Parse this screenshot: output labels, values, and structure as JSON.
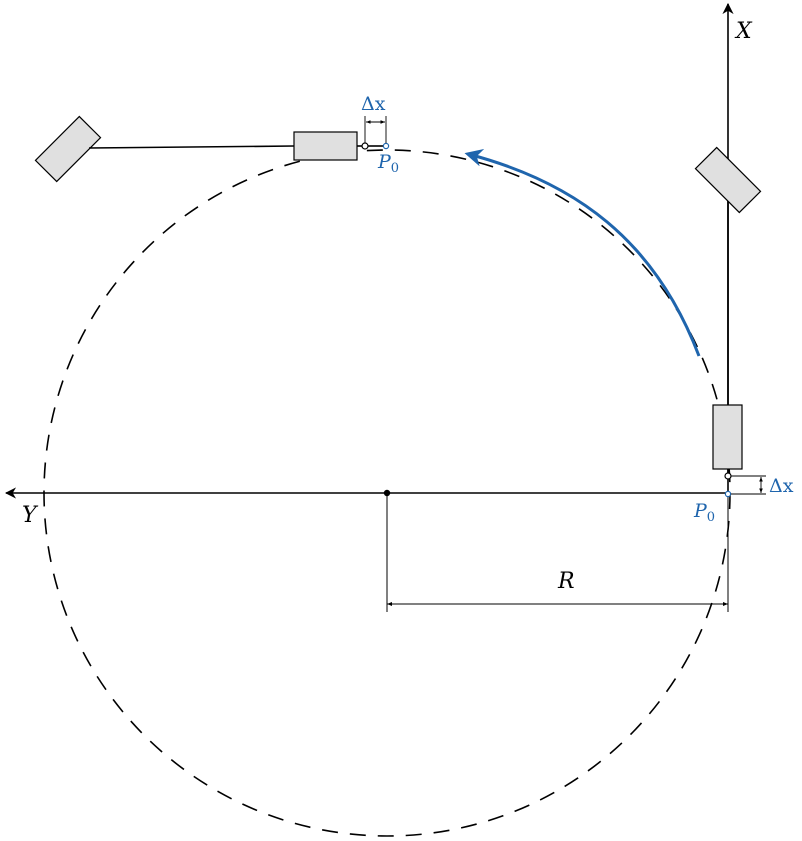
{
  "axes": {
    "x_label": "X",
    "y_label": "Y"
  },
  "labels": {
    "radius": "R",
    "delta_x": "Δx",
    "point_base": "P",
    "point_subscript": "0"
  },
  "colors": {
    "accent": "#1f65ad",
    "stroke": "#000000",
    "tool_fill": "#e0e0e0"
  }
}
